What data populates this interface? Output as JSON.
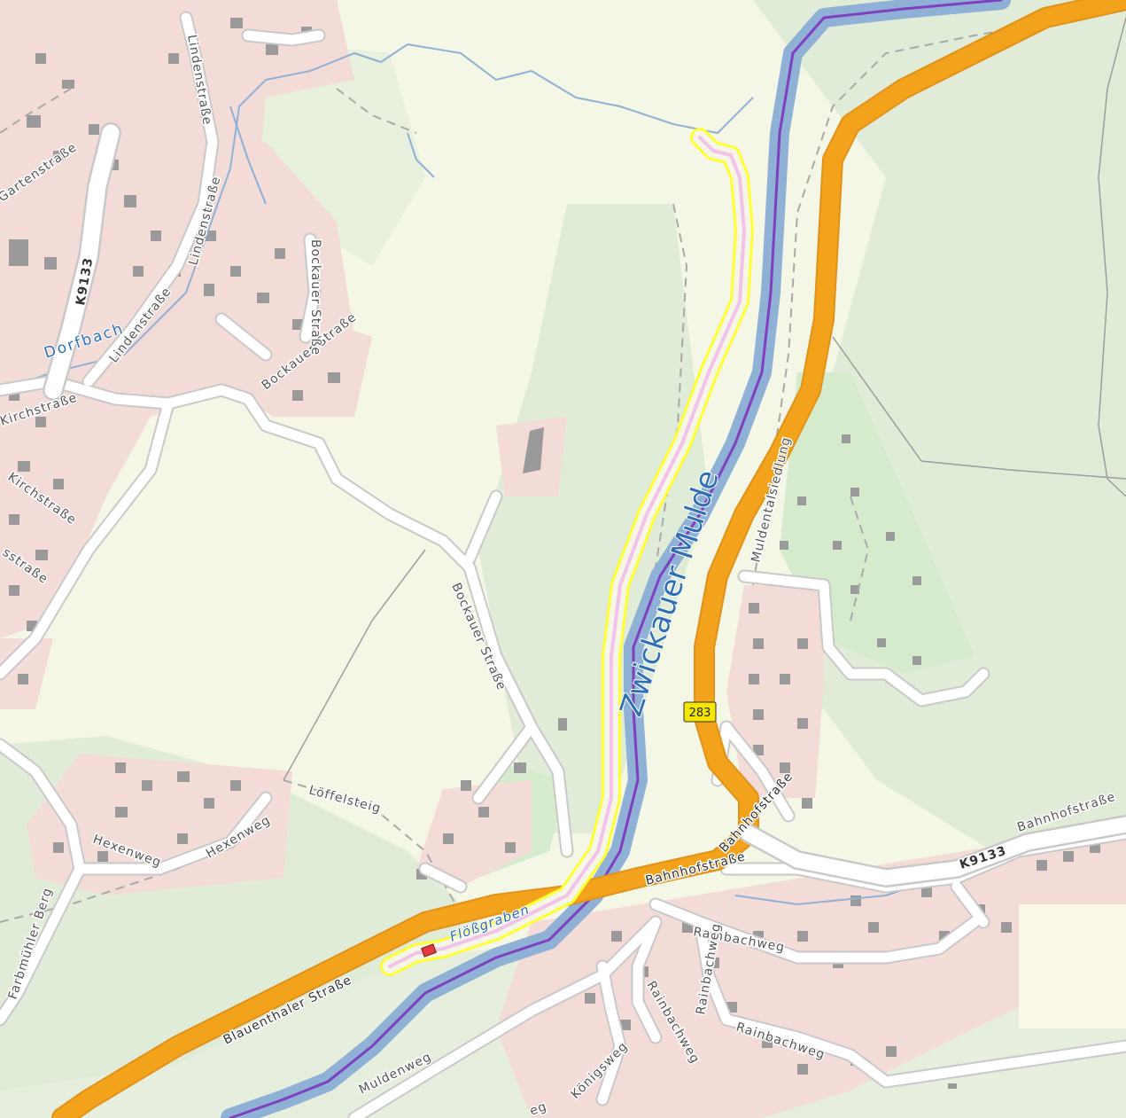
{
  "map": {
    "water_labels": {
      "river": "Zwickauer Mulde",
      "brook": "Dorfbach",
      "ditch": "Flößgraben"
    },
    "road_labels": {
      "lindenstrasse": "Lindenstraße",
      "gartenstrasse": "Gartenstraße",
      "kirchstrasse": "Kirchstraße",
      "bockauer_strasse": "Bockauer Straße",
      "muldentalsiedlung": "Muldentalsiedlung",
      "loeffelsteig": "Löffelsteig",
      "hexenweg": "Hexenweg",
      "farbmuehler_berg": "Farbmühler Berg",
      "blauenthaler_strasse": "Blauenthaler Straße",
      "bahnhofstrasse": "Bahnhofstraße",
      "rainbachweg": "Rainbachweg",
      "muldenweg": "Muldenweg",
      "koenigsweg": "Königsweg",
      "k9133": "K9133",
      "route_283": "283",
      "partial_strasse": "sstraße",
      "partial_weg": "eg"
    },
    "colors": {
      "background": "#f4f6e6",
      "forest": "#e0ecd8",
      "residential": "#f3dbd8",
      "building": "#9a9a9a",
      "major_road": "#f3a21c",
      "river": "#8fb1d6",
      "river_line": "#7f3fbf",
      "highlight": "#ffff33",
      "route_pink": "#f4c1ec"
    }
  }
}
